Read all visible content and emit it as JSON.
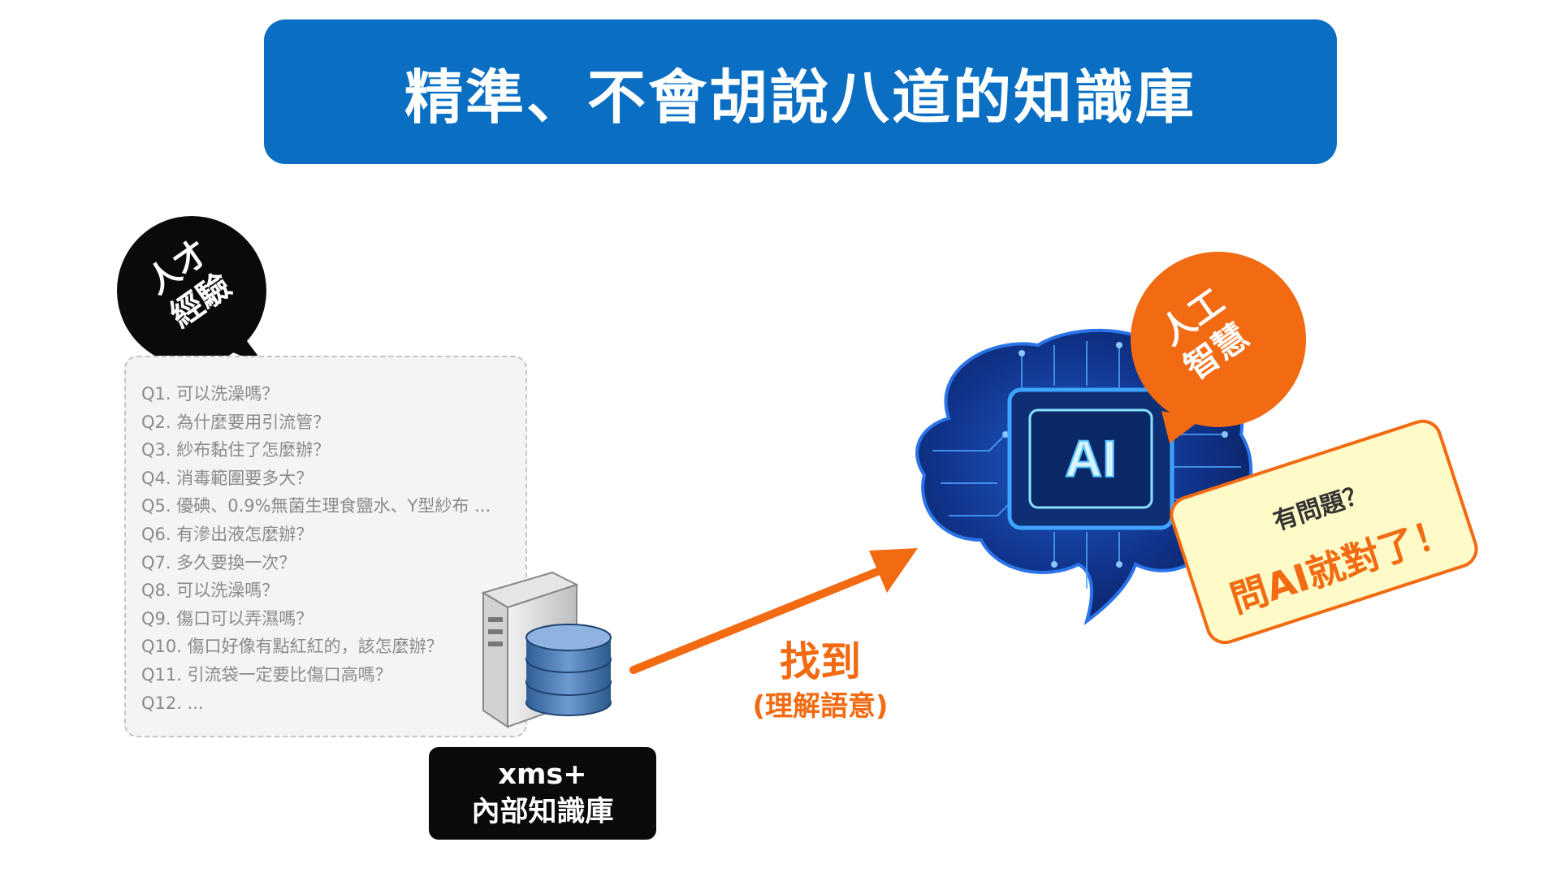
{
  "title": "精準、不會胡說八道的知識庫",
  "talent_bubble": {
    "line1": "人才",
    "line2": "經驗"
  },
  "questions": [
    "Q1. 可以洗澡嗎？",
    "Q2. 為什麼要用引流管？",
    "Q3. 紗布黏住了怎麼辦？",
    "Q4. 消毒範圍要多大？",
    "Q5. 優碘、0.9%無菌生理食鹽水、Y型紗布 ...",
    "Q6. 有滲出液怎麼辦？",
    "Q7. 多久要換一次？",
    "Q8. 可以洗澡嗎？",
    "Q9. 傷口可以弄濕嗎？",
    "Q10. 傷口好像有點紅紅的，該怎麼辦？",
    "Q11. 引流袋一定要比傷口高嗎？",
    "Q12. ..."
  ],
  "knowledge_base": {
    "line1": "xms+",
    "line2": "內部知識庫"
  },
  "arrow_label": {
    "main": "找到",
    "sub": "(理解語意)"
  },
  "chip_label": "AI",
  "ai_bubble": {
    "line1": "人工",
    "line2": "智慧"
  },
  "ask_card": {
    "line1": "有問題？",
    "line2": "問AI就對了！"
  },
  "colors": {
    "banner_blue": "#0a6fc2",
    "accent_orange": "#f26a11",
    "bubble_black": "#0a0a0a",
    "card_yellow": "#fffbc8"
  }
}
